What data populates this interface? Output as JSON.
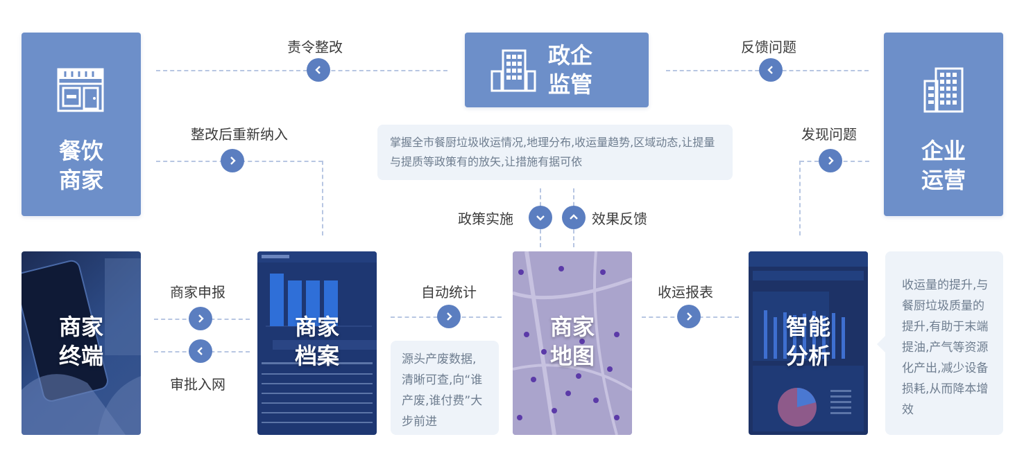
{
  "nodes": {
    "catering": {
      "line1": "餐饮",
      "line2": "商家"
    },
    "gov": {
      "line1": "政企",
      "line2": "监管"
    },
    "enterprise": {
      "line1": "企业",
      "line2": "运营"
    },
    "terminal": {
      "line1": "商家",
      "line2": "终端"
    },
    "archive": {
      "line1": "商家",
      "line2": "档案"
    },
    "map": {
      "line1": "商家",
      "line2": "地图"
    },
    "analysis": {
      "line1": "智能",
      "line2": "分析"
    }
  },
  "flows": {
    "rectify_order": "责令整改",
    "feedback_issue": "反馈问题",
    "reincluded": "整改后重新纳入",
    "found_issue": "发现问题",
    "policy_impl": "政策实施",
    "effect_feedback": "效果反馈",
    "merchant_apply": "商家申报",
    "approve_join": "审批入网",
    "auto_stat": "自动统计",
    "collect_report": "收运报表"
  },
  "notes": {
    "gov_note": "掌握全市餐厨垃圾收运情况,地理分布,收运量趋势,区域动态,让提量与提质等政策有的放矢,让措施有据可依",
    "source_note": "源头产废数据,清晰可查,向“谁产废,谁付费”大步前进",
    "analysis_note": "收运量的提升,与餐厨垃圾质量的提升,有助于末端提油,产气等资源化产出,减少设备损耗,从而降本增效"
  },
  "icons": {
    "restaurant": "storefront-icon",
    "gov_building": "building-icon",
    "enterprise_building": "office-building-icon",
    "left": "chevron-left-icon",
    "right": "chevron-right-icon",
    "down": "chevron-down-icon",
    "up": "chevron-up-icon"
  },
  "colors": {
    "box": "#6d8fc9",
    "circle": "#5b7ec0",
    "dash": "#b7c6e2",
    "note_bg": "#eef3f9",
    "screen_bg": "#1f3d7a"
  }
}
